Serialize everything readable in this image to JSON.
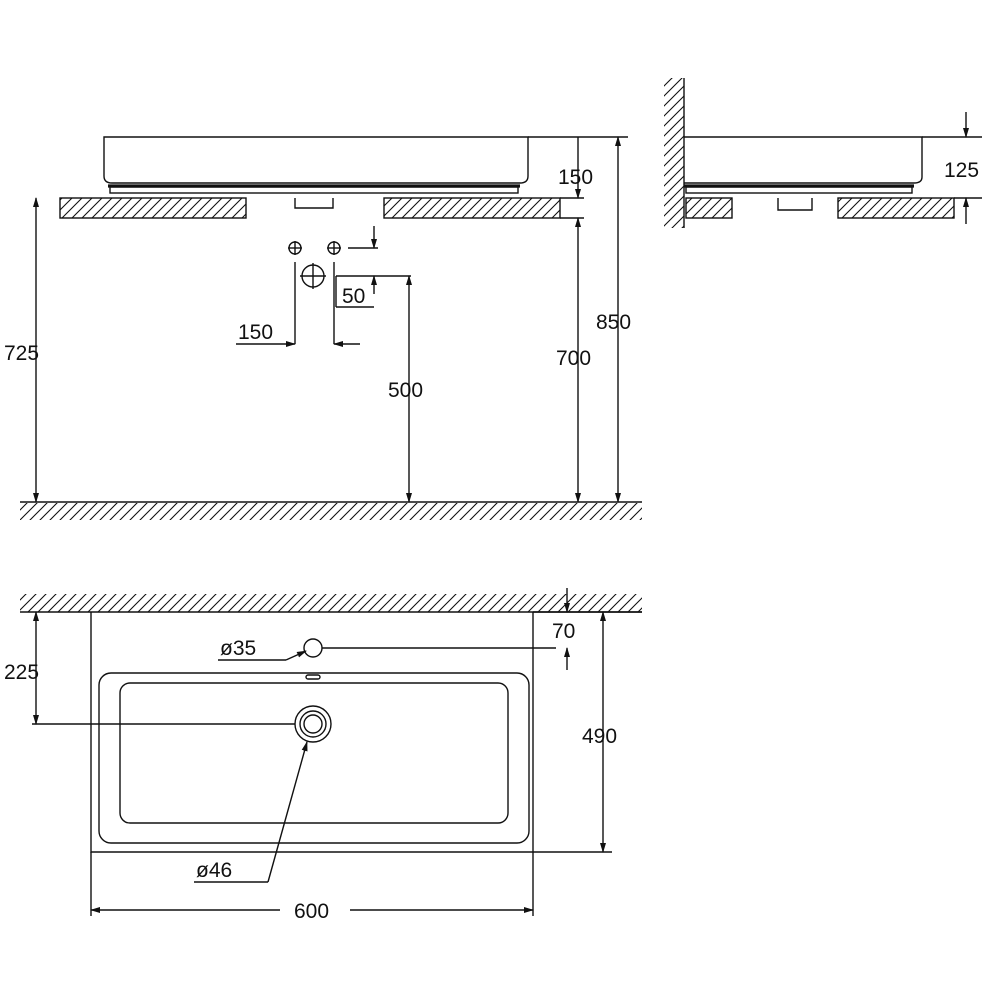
{
  "front_view": {
    "dims": {
      "basin_height": "150",
      "mount_height": "725",
      "tap_spacing": "150",
      "waste_offset": "50",
      "waste_height": "500",
      "counter_height": "700",
      "total_height": "850"
    }
  },
  "side_view": {
    "dims": {
      "basin_height": "125"
    }
  },
  "top_view": {
    "dims": {
      "tap_hole_diameter": "ø35",
      "tap_hole_offset": "70",
      "waste_offset": "225",
      "depth": "490",
      "waste_diameter": "ø46",
      "width": "600"
    }
  }
}
